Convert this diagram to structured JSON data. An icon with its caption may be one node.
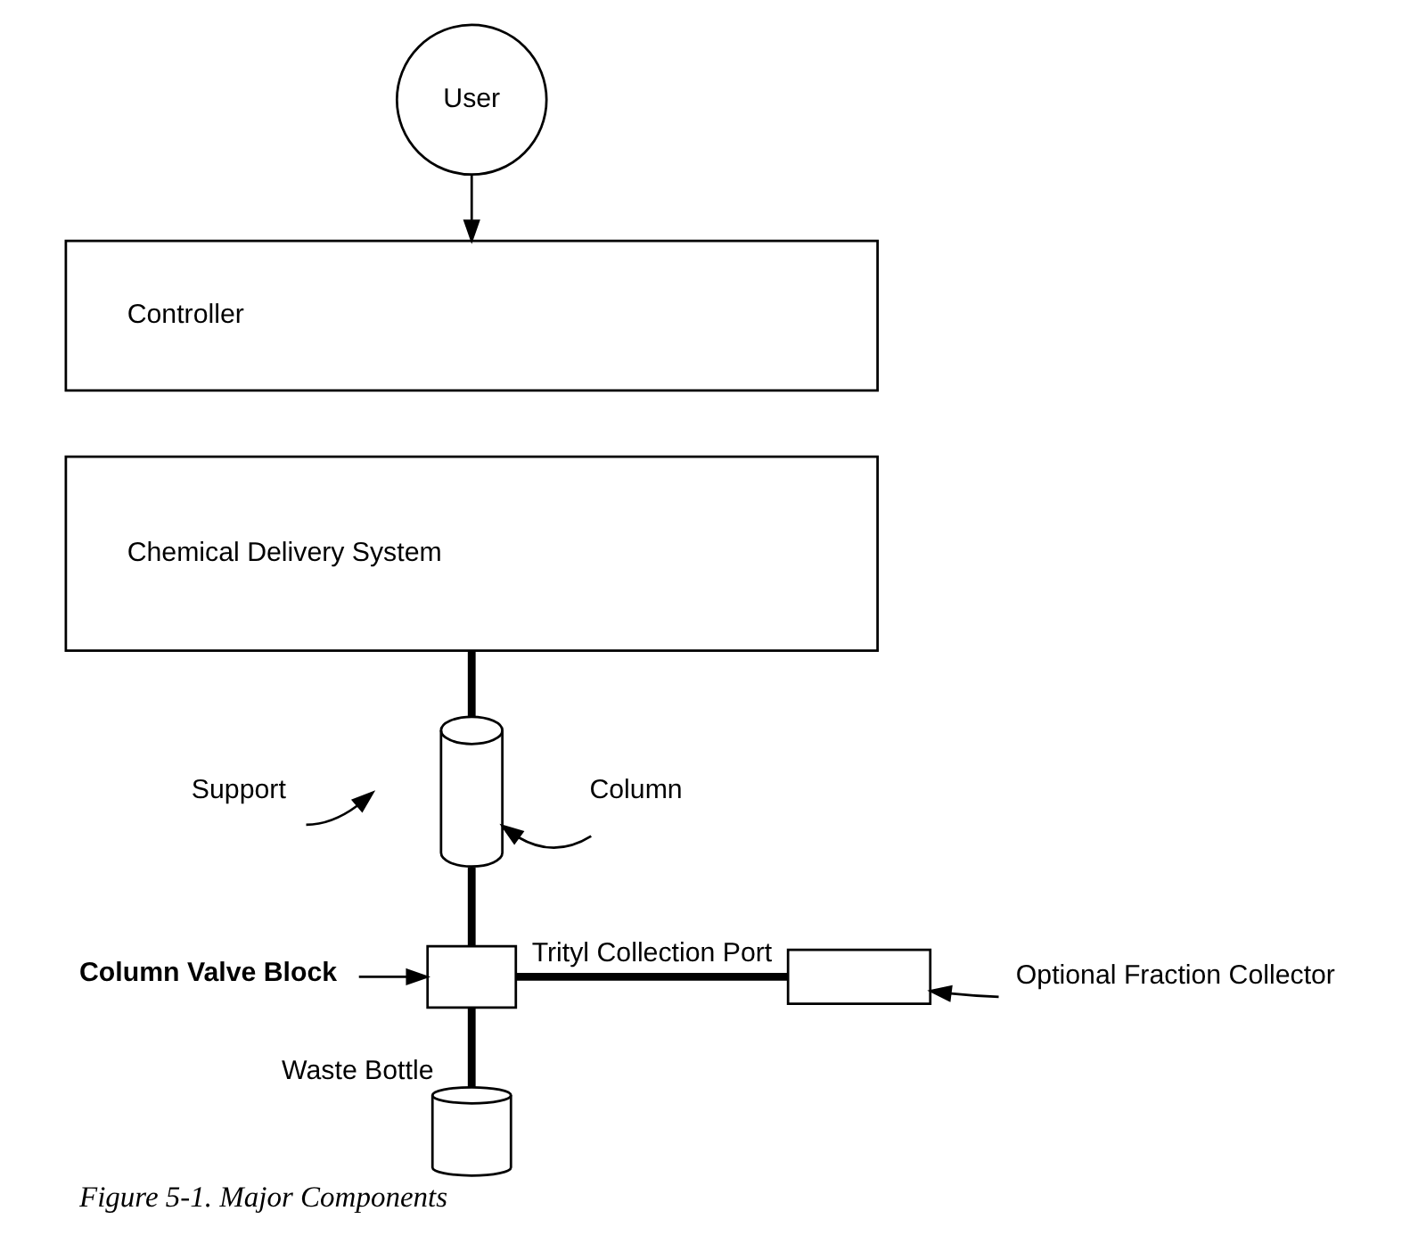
{
  "diagram": {
    "caption": "Figure 5-1. Major Components",
    "nodes": [
      {
        "text": [
          "User"
        ]
      },
      {
        "text": [
          "Controller"
        ]
      },
      {
        "text": [
          "Chemical Delivery System"
        ]
      },
      {
        "text": [],
        "shape": "cylinder"
      },
      {
        "text": [
          "Column"
        ]
      },
      {
        "text": [
          "Support"
        ]
      },
      {
        "text": [
          "Column Valve Block"
        ]
      },
      {
        "text": [],
        "shape": "box"
      },
      {
        "text": [],
        "shape": "box"
      },
      {
        "text": [
          "Optional Fraction Collector"
        ]
      },
      {
        "text": [],
        "shape": "bottle",
        "beside": [
          "Waste Bottle"
        ]
      }
    ],
    "edges": [
      {
        "from": 0,
        "to": 1,
        "arrow": "to"
      },
      {
        "from": 2,
        "to": 3,
        "arrow": "none",
        "style": "thick"
      },
      {
        "from": 3,
        "to": 7,
        "arrow": "none",
        "style": "thick"
      },
      {
        "from": 7,
        "to": 8,
        "arrow": "none",
        "style": "thick",
        "label": "Trityl Collection Port"
      },
      {
        "from": 7,
        "to": 10,
        "arrow": "none",
        "style": "thick"
      },
      {
        "from": 4,
        "to": 3,
        "arrow": "to"
      },
      {
        "from": 5,
        "to": null,
        "arrow": "to"
      },
      {
        "from": 6,
        "to": 7,
        "arrow": "to"
      },
      {
        "from": 9,
        "to": 8,
        "arrow": "to"
      }
    ]
  }
}
